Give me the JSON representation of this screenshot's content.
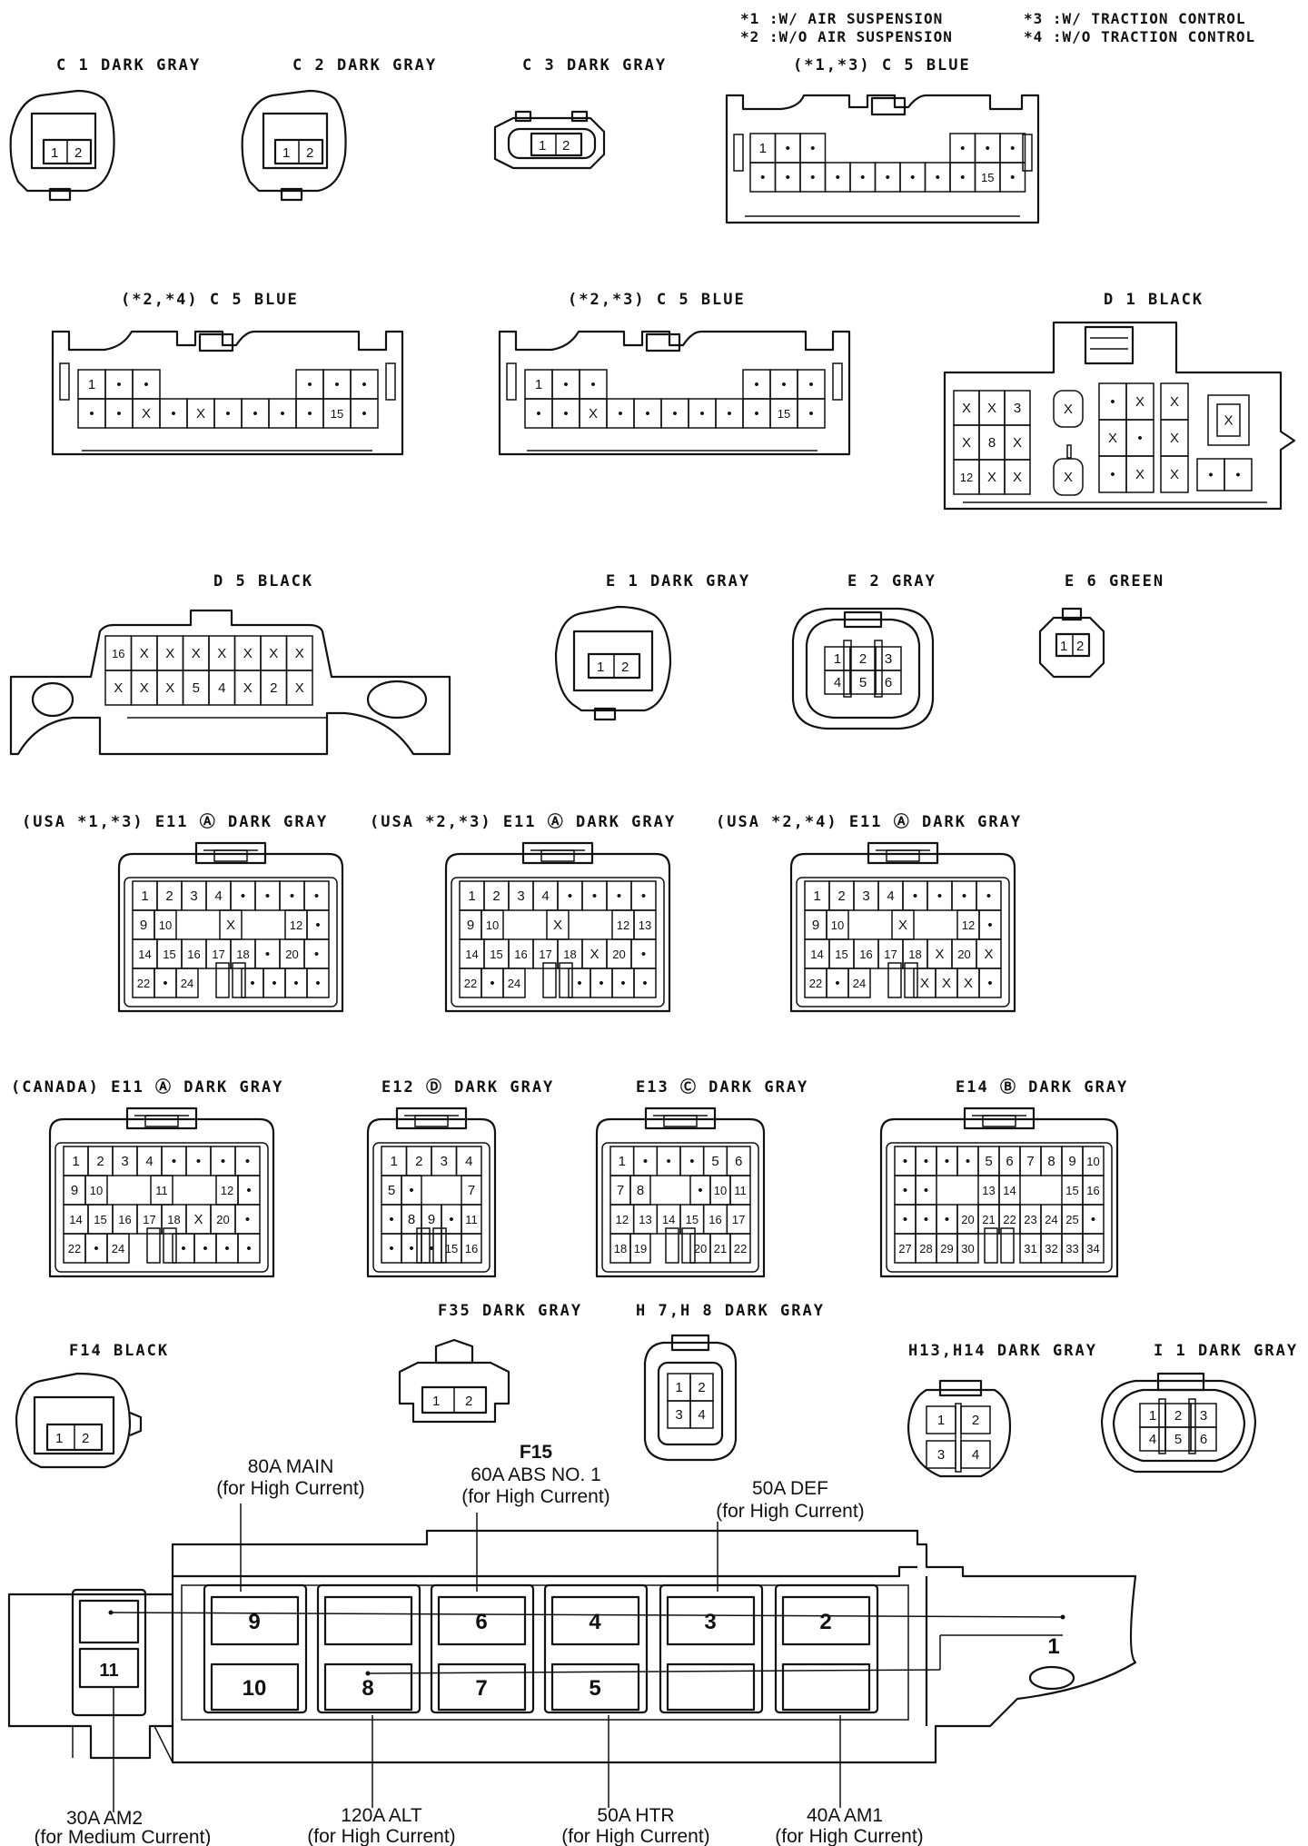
{
  "notes": [
    "*1 :W/ AIR SUSPENSION",
    "*2 :W/O AIR SUSPENSION",
    "*3 :W/ TRACTION CONTROL",
    "*4 :W/O TRACTION CONTROL"
  ],
  "connectors": {
    "c1": {
      "label": "C 1 DARK GRAY",
      "cells": [
        [
          "1",
          "2"
        ]
      ]
    },
    "c2": {
      "label": "C 2 DARK GRAY",
      "cells": [
        [
          "1",
          "2"
        ]
      ]
    },
    "c3": {
      "label": "C 3 DARK GRAY",
      "cells": [
        [
          "1",
          "2"
        ]
      ]
    },
    "c5a": {
      "label": "(*1,*3) C 5 BLUE",
      "cells": [
        [
          "1",
          "•",
          "•",
          "",
          "",
          "",
          "",
          "",
          "•",
          "•",
          "•"
        ],
        [
          "•",
          "•",
          "•",
          "•",
          "•",
          "•",
          "•",
          "•",
          "•",
          "15",
          "•"
        ]
      ]
    },
    "c5b": {
      "label": "(*2,*4) C 5 BLUE",
      "cells": [
        [
          "1",
          "•",
          "•",
          "",
          "",
          "",
          "",
          "",
          "•",
          "•",
          "•"
        ],
        [
          "•",
          "•",
          "X",
          "•",
          "X",
          "•",
          "•",
          "•",
          "•",
          "15",
          "•"
        ]
      ]
    },
    "c5c": {
      "label": "(*2,*3) C 5 BLUE",
      "cells": [
        [
          "1",
          "•",
          "•",
          "",
          "",
          "",
          "",
          "",
          "•",
          "•",
          "•"
        ],
        [
          "•",
          "•",
          "X",
          "•",
          "•",
          "•",
          "•",
          "•",
          "•",
          "15",
          "•"
        ]
      ]
    },
    "d1": {
      "label": "D 1 BLACK",
      "block_a": [
        [
          "X",
          "X",
          "3"
        ],
        [
          "X",
          "8",
          "X"
        ],
        [
          "12",
          "X",
          "X"
        ]
      ],
      "block_b": [
        "X",
        "X"
      ],
      "block_c": [
        [
          "•",
          "X"
        ],
        [
          "X",
          "•"
        ],
        [
          "•",
          "X"
        ]
      ],
      "block_d": [
        "X",
        "X",
        "X"
      ],
      "block_e": [
        "X",
        "•",
        "•"
      ]
    },
    "d5": {
      "label": "D 5 BLACK",
      "cells": [
        [
          "16",
          "X",
          "X",
          "X",
          "X",
          "X",
          "X",
          "X"
        ],
        [
          "X",
          "X",
          "X",
          "5",
          "4",
          "X",
          "2",
          "X"
        ]
      ]
    },
    "e1": {
      "label": "E 1 DARK GRAY",
      "cells": [
        [
          "1",
          "2"
        ]
      ]
    },
    "e2": {
      "label": "E 2 GRAY",
      "cells": [
        [
          "1",
          "2",
          "3"
        ],
        [
          "4",
          "5",
          "6"
        ]
      ]
    },
    "e6": {
      "label": "E 6 GREEN",
      "cells": [
        [
          "1",
          "2"
        ]
      ]
    },
    "e11a": {
      "label": "(USA *1,*3) E11 Ⓐ DARK GRAY",
      "cells": [
        [
          "1",
          "2",
          "3",
          "4",
          "•",
          "•",
          "•",
          "•"
        ],
        [
          "9",
          "10",
          "",
          "",
          "X",
          "",
          "",
          "12",
          "•"
        ],
        [
          "14",
          "15",
          "16",
          "17",
          "18",
          "•",
          "20",
          "•"
        ],
        [
          "22",
          "•",
          "24",
          "",
          "",
          "•",
          "•",
          "•",
          "•"
        ]
      ]
    },
    "e11b": {
      "label": "(USA *2,*3) E11 Ⓐ DARK GRAY",
      "cells": [
        [
          "1",
          "2",
          "3",
          "4",
          "•",
          "•",
          "•",
          "•"
        ],
        [
          "9",
          "10",
          "",
          "",
          "X",
          "",
          "",
          "12",
          "13"
        ],
        [
          "14",
          "15",
          "16",
          "17",
          "18",
          "X",
          "20",
          "•"
        ],
        [
          "22",
          "•",
          "24",
          "",
          "",
          "•",
          "•",
          "•",
          "•"
        ]
      ]
    },
    "e11c": {
      "label": "(USA *2,*4) E11 Ⓐ DARK GRAY",
      "cells": [
        [
          "1",
          "2",
          "3",
          "4",
          "•",
          "•",
          "•",
          "•"
        ],
        [
          "9",
          "10",
          "",
          "",
          "X",
          "",
          "",
          "12",
          "•"
        ],
        [
          "14",
          "15",
          "16",
          "17",
          "18",
          "X",
          "20",
          "X"
        ],
        [
          "22",
          "•",
          "24",
          "",
          "",
          "X",
          "X",
          "X",
          "•"
        ]
      ]
    },
    "e11d": {
      "label": "(CANADA) E11 Ⓐ DARK GRAY",
      "cells": [
        [
          "1",
          "2",
          "3",
          "4",
          "•",
          "•",
          "•",
          "•"
        ],
        [
          "9",
          "10",
          "",
          "",
          "11",
          "",
          "",
          "12",
          "•"
        ],
        [
          "14",
          "15",
          "16",
          "17",
          "18",
          "X",
          "20",
          "•"
        ],
        [
          "22",
          "•",
          "24",
          "",
          "",
          "•",
          "•",
          "•",
          "•"
        ]
      ]
    },
    "e12": {
      "label": "E12 Ⓓ DARK GRAY",
      "cells": [
        [
          "1",
          "2",
          "3",
          "4"
        ],
        [
          "5",
          "•",
          "",
          "",
          "7"
        ],
        [
          "•",
          "8",
          "9",
          "•",
          "11"
        ],
        [
          "•",
          "•",
          "•",
          "15",
          "16"
        ]
      ]
    },
    "e13": {
      "label": "E13 Ⓒ DARK GRAY",
      "cells": [
        [
          "1",
          "•",
          "•",
          "•",
          "5",
          "6"
        ],
        [
          "7",
          "8",
          "",
          "",
          "•",
          "10",
          "11"
        ],
        [
          "12",
          "13",
          "14",
          "15",
          "16",
          "17"
        ],
        [
          "18",
          "19",
          "",
          "",
          "20",
          "21",
          "22"
        ]
      ]
    },
    "e14": {
      "label": "E14 Ⓑ DARK GRAY",
      "cells": [
        [
          "•",
          "•",
          "•",
          "•",
          "5",
          "6",
          "7",
          "8",
          "9",
          "10"
        ],
        [
          "•",
          "•",
          "",
          "",
          "13",
          "14",
          "",
          "",
          "15",
          "16"
        ],
        [
          "•",
          "•",
          "•",
          "20",
          "21",
          "22",
          "23",
          "24",
          "25",
          "•"
        ],
        [
          "27",
          "28",
          "29",
          "30",
          "",
          "",
          "31",
          "32",
          "33",
          "34"
        ]
      ]
    },
    "f35": {
      "label": "F35 DARK GRAY",
      "cells": [
        [
          "1",
          "2"
        ]
      ]
    },
    "h7": {
      "label": "H 7,H 8 DARK GRAY",
      "cells": [
        [
          "1",
          "2"
        ],
        [
          "3",
          "4"
        ]
      ]
    },
    "f14": {
      "label": "F14 BLACK",
      "cells": [
        [
          "1",
          "2"
        ]
      ]
    },
    "h13": {
      "label": "H13,H14 DARK GRAY",
      "cells": [
        [
          "1",
          "2"
        ],
        [
          "3",
          "4"
        ]
      ]
    },
    "i1": {
      "label": "I 1 DARK GRAY",
      "cells": [
        [
          "1",
          "2",
          "3"
        ],
        [
          "4",
          "5",
          "6"
        ]
      ]
    }
  },
  "fuse_block": {
    "title": "F15",
    "slot_numbers": [
      "9",
      "6",
      "4",
      "3",
      "2",
      "1",
      "11",
      "10",
      "8",
      "7",
      "5"
    ],
    "callouts": {
      "main": [
        "80A MAIN",
        "(for High Current)"
      ],
      "abs": [
        "60A ABS NO. 1",
        "(for High Current)"
      ],
      "def": [
        "50A DEF",
        "(for High Current)"
      ],
      "am2": [
        "30A AM2",
        "(for Medium Current)"
      ],
      "alt": [
        "120A ALT",
        "(for High Current)"
      ],
      "htr": [
        "50A HTR",
        "(for High Current)"
      ],
      "am1": [
        "40A AM1",
        "(for High Current)"
      ]
    }
  }
}
